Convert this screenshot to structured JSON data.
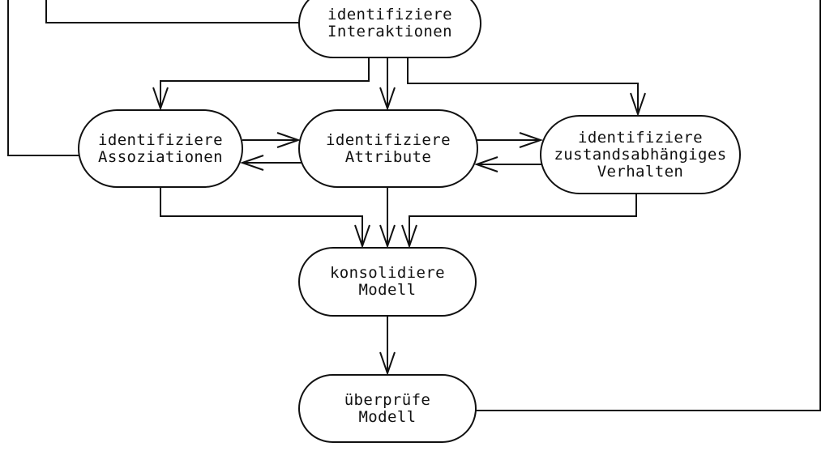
{
  "diagram_type": "flowchart",
  "colors": {
    "line": "#111111",
    "node_fill": "#ffffff",
    "background": "#ffffff"
  },
  "nodes": {
    "interaktionen": {
      "label": "identifiziere\nInteraktionen"
    },
    "assoziationen": {
      "label": "identifiziere\nAssoziationen"
    },
    "attribute": {
      "label": "identifiziere\nAttribute"
    },
    "verhalten": {
      "label": "identifiziere\nzustandsabhängiges\nVerhalten"
    },
    "konsolidiere": {
      "label": "konsolidiere\nModell"
    },
    "ueberpruefe": {
      "label": "überprüfe\nModell"
    }
  },
  "edges": [
    {
      "from": "identifiziere Interaktionen",
      "to": "identifiziere Assoziationen",
      "arrow": true
    },
    {
      "from": "identifiziere Interaktionen",
      "to": "identifiziere Attribute",
      "arrow": true
    },
    {
      "from": "identifiziere Interaktionen",
      "to": "identifiziere zustandsabhängiges Verhalten",
      "arrow": true
    },
    {
      "from": "identifiziere Assoziationen",
      "to": "identifiziere Attribute",
      "arrow": true
    },
    {
      "from": "identifiziere Attribute",
      "to": "identifiziere Assoziationen",
      "arrow": true
    },
    {
      "from": "identifiziere Attribute",
      "to": "identifiziere zustandsabhängiges Verhalten",
      "arrow": true
    },
    {
      "from": "identifiziere zustandsabhängiges Verhalten",
      "to": "identifiziere Attribute",
      "arrow": true
    },
    {
      "from": "identifiziere Assoziationen",
      "to": "konsolidiere Modell",
      "arrow": true
    },
    {
      "from": "identifiziere Attribute",
      "to": "konsolidiere Modell",
      "arrow": true
    },
    {
      "from": "identifiziere zustandsabhängiges Verhalten",
      "to": "konsolidiere Modell",
      "arrow": true
    },
    {
      "from": "konsolidiere Modell",
      "to": "überprüfe Modell",
      "arrow": true
    },
    {
      "from": "überprüfe Modell",
      "to": "off-screen-top-right",
      "arrow": false
    },
    {
      "from": "off-screen-top-left",
      "to": "identifiziere Interaktionen",
      "arrow": false
    },
    {
      "from": "off-screen-top-left",
      "to": "identifiziere Assoziationen",
      "arrow": false
    }
  ]
}
